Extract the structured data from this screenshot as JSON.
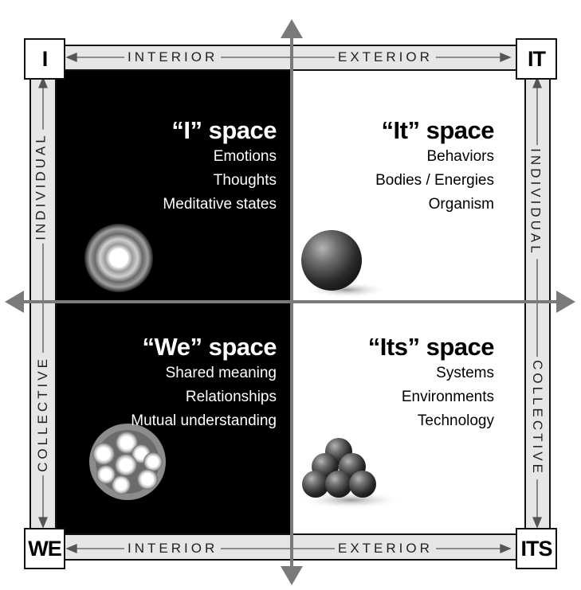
{
  "corners": {
    "top_left": "I",
    "top_right": "IT",
    "bottom_left": "WE",
    "bottom_right": "ITS"
  },
  "top_band": {
    "left": "INTERIOR",
    "right": "EXTERIOR"
  },
  "bottom_band": {
    "left": "INTERIOR",
    "right": "EXTERIOR"
  },
  "left_band": {
    "upper": "INDIVIDUAL",
    "lower": "COLLECTIVE"
  },
  "right_band": {
    "upper": "INDIVIDUAL",
    "lower": "COLLECTIVE"
  },
  "quadrants": {
    "upper_left": {
      "title": "“I” space",
      "items": [
        "Emotions",
        "Thoughts",
        "Meditative states"
      ]
    },
    "upper_right": {
      "title": "“It” space",
      "items": [
        "Behaviors",
        "Bodies / Energies",
        "Organism"
      ]
    },
    "lower_left": {
      "title": "“We” space",
      "items": [
        "Shared meaning",
        "Relationships",
        "Mutual understanding"
      ]
    },
    "lower_right": {
      "title": "“Its” space",
      "items": [
        "Systems",
        "Environments",
        "Technology"
      ]
    }
  },
  "colors": {
    "dark_quadrant": "#000000",
    "light_quadrant": "#ffffff",
    "band": "#e6e6e6",
    "axis": "#7a7a7a"
  }
}
